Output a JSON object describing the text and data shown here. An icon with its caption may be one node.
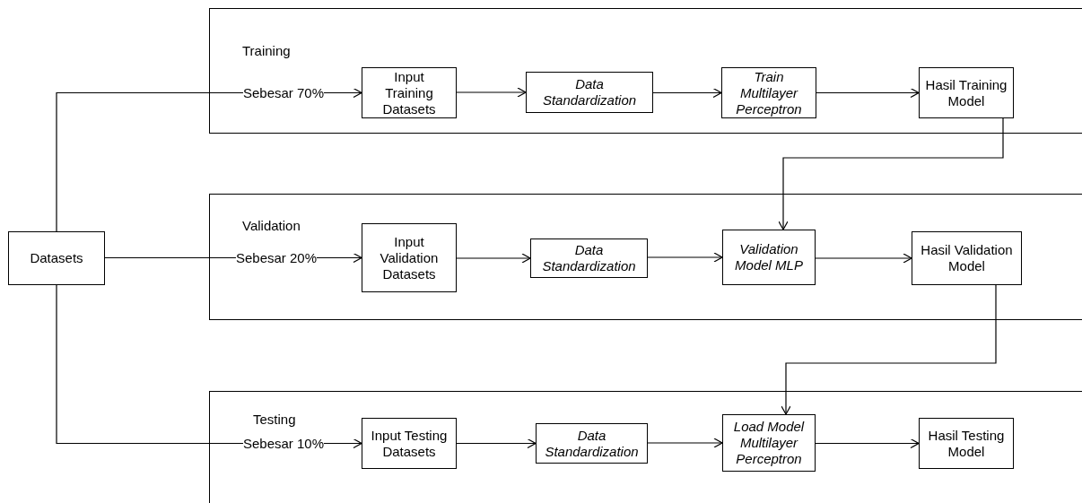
{
  "diagram": {
    "nodes": [
      {
        "text": [
          "Datasets"
        ]
      },
      {
        "text": [
          "Training"
        ]
      },
      {
        "text": [
          "Input Training Datasets"
        ],
        "in": 1
      },
      {
        "text": [
          "Data Standardization"
        ],
        "in": 1
      },
      {
        "text": [
          "Train Multilayer Perceptron"
        ],
        "in": 1
      },
      {
        "text": [
          "Hasil Training Model"
        ],
        "in": 1
      },
      {
        "text": [
          "Validation"
        ]
      },
      {
        "text": [
          "Input Validation Datasets"
        ],
        "in": 6
      },
      {
        "text": [
          "Data Standardization"
        ],
        "in": 6
      },
      {
        "text": [
          "Validation Model MLP"
        ],
        "in": 6
      },
      {
        "text": [
          "Hasil Validation Model"
        ],
        "in": 6
      },
      {
        "text": [
          "Testing"
        ]
      },
      {
        "text": [
          "Input Testing Datasets"
        ],
        "in": 11
      },
      {
        "text": [
          "Data Standardization"
        ],
        "in": 11
      },
      {
        "text": [
          "Load Model Multilayer Perceptron"
        ],
        "in": 11
      },
      {
        "text": [
          "Hasil Testing Model"
        ],
        "in": 11
      }
    ],
    "edges": [
      {
        "from": 0,
        "to": 2,
        "arrow": "to",
        "label": "Sebesar 70%"
      },
      {
        "from": 0,
        "to": 7,
        "arrow": "to",
        "label": "Sebesar 20%"
      },
      {
        "from": 0,
        "to": 12,
        "arrow": "to",
        "label": "Sebesar 10%"
      },
      {
        "from": 2,
        "to": 3,
        "arrow": "to"
      },
      {
        "from": 3,
        "to": 4,
        "arrow": "to"
      },
      {
        "from": 4,
        "to": 5,
        "arrow": "to"
      },
      {
        "from": 7,
        "to": 8,
        "arrow": "to"
      },
      {
        "from": 8,
        "to": 9,
        "arrow": "to"
      },
      {
        "from": 9,
        "to": 10,
        "arrow": "to"
      },
      {
        "from": 12,
        "to": 13,
        "arrow": "to"
      },
      {
        "from": 13,
        "to": 14,
        "arrow": "to"
      },
      {
        "from": 14,
        "to": 15,
        "arrow": "to"
      },
      {
        "from": 5,
        "to": 9,
        "arrow": "to"
      },
      {
        "from": 10,
        "to": 14,
        "arrow": "to"
      }
    ]
  }
}
